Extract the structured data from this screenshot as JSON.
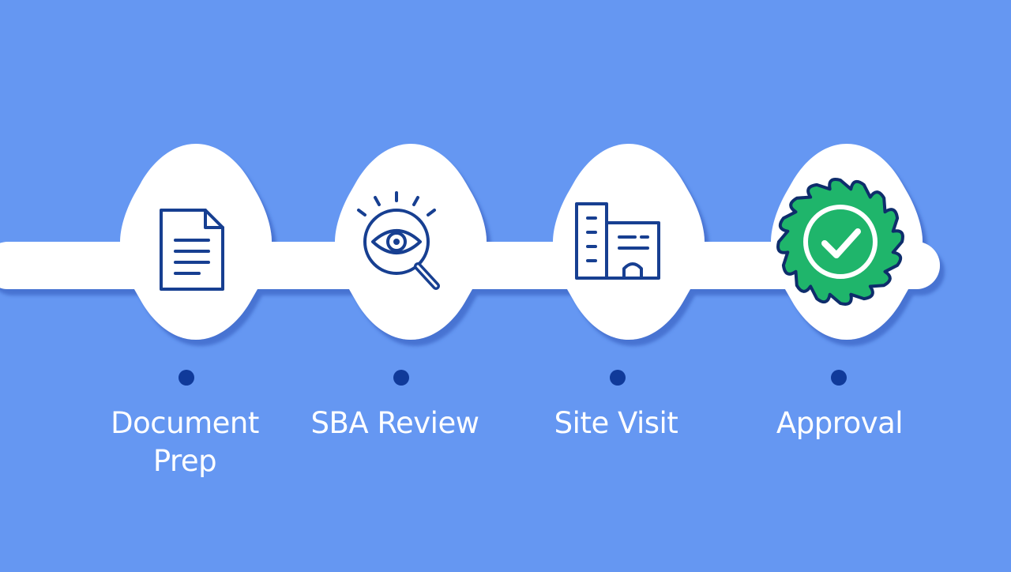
{
  "colors": {
    "background": "#6597f2",
    "track": "#ffffff",
    "icon_stroke": "#173f91",
    "dot": "#103a9a",
    "badge_fill": "#1fb56b",
    "badge_outline": "#0e2d6b",
    "label": "#ffffff"
  },
  "steps": [
    {
      "icon": "document-icon",
      "label_lines": [
        "Document",
        "Prep"
      ]
    },
    {
      "icon": "magnifier-eye-icon",
      "label_lines": [
        "SBA Review"
      ]
    },
    {
      "icon": "building-icon",
      "label_lines": [
        "Site Visit"
      ]
    },
    {
      "icon": "approval-badge-icon",
      "label_lines": [
        "Approval"
      ]
    }
  ]
}
